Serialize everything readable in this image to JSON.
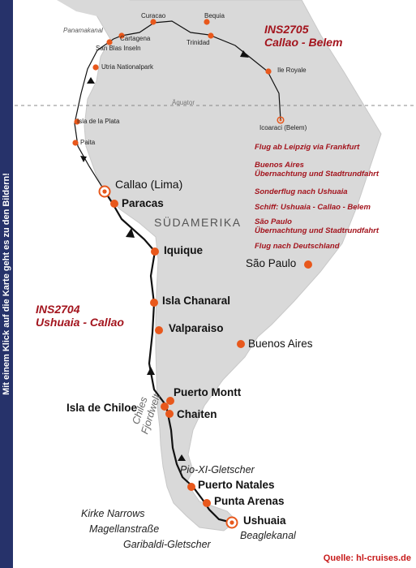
{
  "sidebar_text": "Mit einem Klick auf die Karte geht es zu den Bildern!",
  "continent": "SÜDAMERIKA",
  "equator_label": "Äquator",
  "fjord_label": [
    "Chiles",
    "Fjordwelt"
  ],
  "source": "Quelle: hl-cruises.de",
  "cruise_north": {
    "code": "INS2705",
    "route": "Callao - Belem"
  },
  "cruise_south": {
    "code": "INS2704",
    "route": "Ushuaia - Callao"
  },
  "legend": [
    "Flug ab Leipzig via Frankfurt",
    "Buenos Aires",
    "Übernachtung und Stadtrundfahrt",
    "Sonderflug nach Ushuaia",
    "Schiff: Ushuaia - Callao - Belem",
    "São Paulo",
    "Übernachtung und Stadtrundfahrt",
    "Flug nach Deutschland"
  ],
  "places_small": [
    "Panamakanal",
    "Curacao",
    "Bequia",
    "Cartagena",
    "San Blas Inseln",
    "Trinidad",
    "Ile Royale",
    "Utria Nationalpark",
    "Isla de la Plata",
    "Paita",
    "Icoaraci (Belem)"
  ],
  "places_big": [
    "Callao (Lima)",
    "Paracas",
    "Iquique",
    "Isla Chanaral",
    "Valparaiso",
    "Puerto Montt",
    "Isla de Chiloe",
    "Chaiten",
    "Puerto Natales",
    "Punta Arenas",
    "Ushuaia"
  ],
  "places_plain": [
    "São Paulo",
    "Buenos Aires"
  ],
  "places_italic": [
    "Pio-XI-Gletscher",
    "Kirke Narrows",
    "Magellanstraße",
    "Beaglekanal",
    "Garibaldi-Gletscher"
  ]
}
